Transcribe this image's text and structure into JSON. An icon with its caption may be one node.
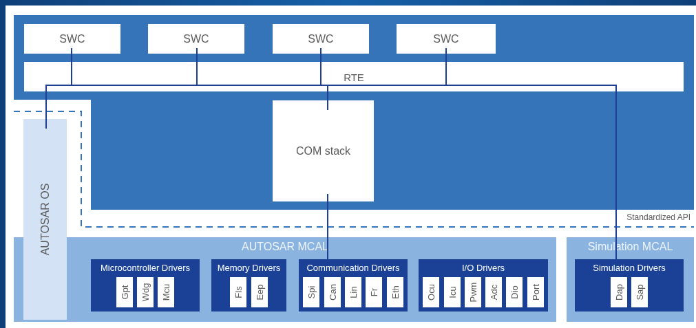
{
  "diagram": {
    "nodes": [
      {
        "text": [
          "SWC"
        ]
      },
      {
        "text": [
          "SWC"
        ]
      },
      {
        "text": [
          "SWC"
        ]
      },
      {
        "text": [
          "SWC"
        ]
      },
      {
        "text": [
          "RTE"
        ]
      },
      {
        "text": [
          "COM stack"
        ]
      },
      {
        "text": [
          "AUTOSAR OS"
        ]
      },
      {
        "text": [
          "AUTOSAR MCAL"
        ]
      },
      {
        "text": [
          "Microcontroller Drivers"
        ],
        "in": 7
      },
      {
        "text": [
          "Gpt"
        ],
        "in": 8
      },
      {
        "text": [
          "Wdg"
        ],
        "in": 8
      },
      {
        "text": [
          "Mcu"
        ],
        "in": 8
      },
      {
        "text": [
          "Memory Drivers"
        ],
        "in": 7
      },
      {
        "text": [
          "Fls"
        ],
        "in": 12
      },
      {
        "text": [
          "Eep"
        ],
        "in": 12
      },
      {
        "text": [
          "Communication Drivers"
        ],
        "in": 7
      },
      {
        "text": [
          "Spi"
        ],
        "in": 15
      },
      {
        "text": [
          "Can"
        ],
        "in": 15
      },
      {
        "text": [
          "Lin"
        ],
        "in": 15
      },
      {
        "text": [
          "Fr"
        ],
        "in": 15
      },
      {
        "text": [
          "Eth"
        ],
        "in": 15
      },
      {
        "text": [
          "I/O Drivers"
        ],
        "in": 7
      },
      {
        "text": [
          "Ocu"
        ],
        "in": 21
      },
      {
        "text": [
          "Icu"
        ],
        "in": 21
      },
      {
        "text": [
          "Pwm"
        ],
        "in": 21
      },
      {
        "text": [
          "Adc"
        ],
        "in": 21
      },
      {
        "text": [
          "Dio"
        ],
        "in": 21
      },
      {
        "text": [
          "Port"
        ],
        "in": 21
      },
      {
        "text": [
          "Simulation MCAL"
        ]
      },
      {
        "text": [
          "Simulation Drivers"
        ],
        "in": 28
      },
      {
        "text": [
          "Dap"
        ],
        "in": 29
      },
      {
        "text": [
          "Sap"
        ],
        "in": 29
      }
    ],
    "edges": [
      {
        "from": 0,
        "to": 4,
        "arrow": "none"
      },
      {
        "from": 1,
        "to": 4,
        "arrow": "none"
      },
      {
        "from": 2,
        "to": 4,
        "arrow": "none"
      },
      {
        "from": 3,
        "to": 4,
        "arrow": "none"
      },
      {
        "from": 4,
        "to": 6,
        "arrow": "none"
      },
      {
        "from": 4,
        "to": 5,
        "arrow": "none"
      },
      {
        "from": 4,
        "to": 29,
        "arrow": "none"
      },
      {
        "from": 5,
        "to": 15,
        "arrow": "none"
      }
    ],
    "labels": [
      "Standardized API"
    ]
  }
}
